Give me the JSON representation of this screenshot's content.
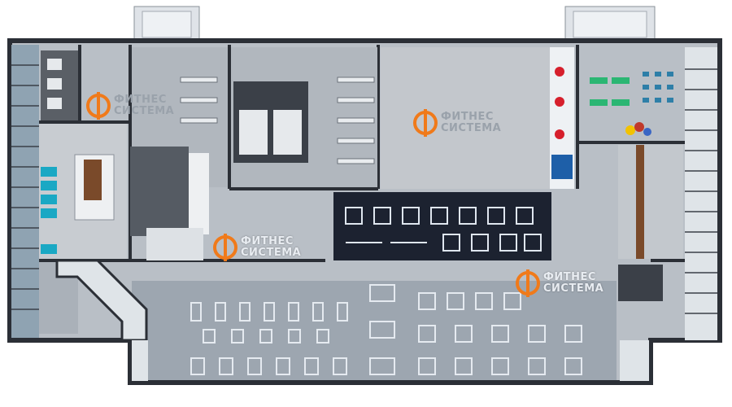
{
  "brand": {
    "line1": "ФИТНЕС",
    "line2": "СИСТЕМА",
    "color": "#f07a1a"
  },
  "logos": [
    {
      "id": "logo-reception"
    },
    {
      "id": "logo-studio"
    },
    {
      "id": "logo-stairs"
    },
    {
      "id": "logo-gym"
    }
  ],
  "colors": {
    "floor": "#b9bfc6",
    "floor_gym": "#9da6b0",
    "walls": "#2b2f36",
    "glass": "#6f8ea3",
    "dark_mat": "#1c2230",
    "orange": "#f07a1a"
  }
}
